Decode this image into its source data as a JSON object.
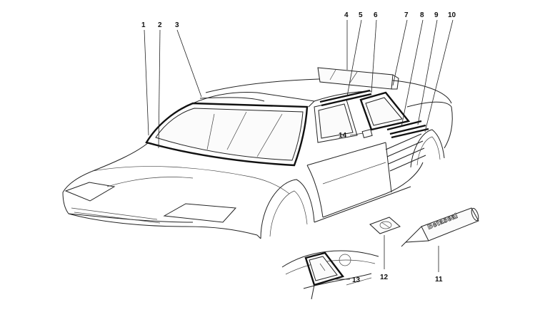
{
  "diagram": {
    "callouts": [
      {
        "id": "1",
        "label": "1"
      },
      {
        "id": "2",
        "label": "2"
      },
      {
        "id": "3",
        "label": "3"
      },
      {
        "id": "4",
        "label": "4"
      },
      {
        "id": "5",
        "label": "5"
      },
      {
        "id": "6",
        "label": "6"
      },
      {
        "id": "7",
        "label": "7"
      },
      {
        "id": "8",
        "label": "8"
      },
      {
        "id": "9",
        "label": "9"
      },
      {
        "id": "10",
        "label": "10"
      },
      {
        "id": "11",
        "label": "11"
      },
      {
        "id": "12",
        "label": "12"
      },
      {
        "id": "13",
        "label": "13"
      },
      {
        "id": "14",
        "label": "14"
      }
    ],
    "tube_brand": "Betaseal",
    "colors": {
      "line": "#222222",
      "background": "#ffffff"
    }
  }
}
